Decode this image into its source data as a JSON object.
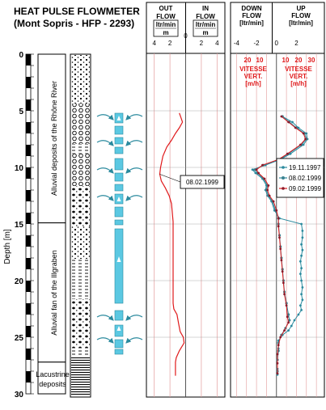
{
  "header": {
    "title": "HEAT PULSE FLOWMETER",
    "subtitle": "(Mont Sopris   -   HFP - 2293)"
  },
  "depth_axis": {
    "label": "Depth  [m]",
    "ticks": [
      0,
      5,
      10,
      15,
      20,
      25,
      30
    ]
  },
  "units": [
    {
      "label": "Alluvial deposits of the Rhône River",
      "from": 0,
      "to": 14.9
    },
    {
      "label": "Alluvial fan of the  Illgraben",
      "from": 14.9,
      "to": 27.2
    },
    {
      "label": "Lacustrine deposits",
      "line1": "Lacustrine",
      "line2": "deposits",
      "from": 27.2,
      "to": 30
    }
  ],
  "inout_panel": {
    "out_label_1": "OUT",
    "out_label_2": "FLOW",
    "out_unit_1": "ltr/min",
    "out_unit_2": "m",
    "in_label_1": "IN",
    "in_label_2": "FLOW",
    "in_unit_1": "ltr/min",
    "in_unit_2": "m",
    "tick_labels": [
      "4",
      "2",
      "0",
      "2",
      "4"
    ],
    "callout": "08.02.1999"
  },
  "vertical_panel": {
    "down_label_1": "DOWN",
    "down_label_2": "FLOW",
    "down_unit": "[ltr/min]",
    "up_label_1": "UP",
    "up_label_2": "FLOW",
    "up_unit": "[ltr/min]",
    "tick_labels": [
      "-4",
      "-2",
      "0",
      "2"
    ],
    "vit_ticks_left": [
      "20",
      "10"
    ],
    "vit_ticks_right": [
      "10",
      "20",
      "30"
    ],
    "vit_left_1": "VITESSE",
    "vit_left_2": "VERT.",
    "vit_left_3": "[m/h]",
    "vit_right_1": "VITESSE",
    "vit_right_2": "VERT.",
    "vit_right_3": "[m/h]",
    "legend": [
      "19.11.1997",
      "08.02.1999",
      "09.02.1999"
    ]
  },
  "colors": {
    "red": "#e0191b",
    "teal": "#2b8a9e",
    "cyan": "#5bc8e2",
    "grid": "#e39a9a"
  },
  "chart_data": [
    {
      "type": "line",
      "title": "",
      "xlabel": "OUT FLOW ltr/min/m  |  IN FLOW ltr/min/m",
      "ylabel": "Depth  [m]",
      "xlim": [
        -5,
        5
      ],
      "ylim": [
        30,
        0
      ],
      "series": [
        {
          "name": "08.02.1999",
          "points": [
            [
              -0.8,
              5.2
            ],
            [
              -0.6,
              5.6
            ],
            [
              -0.4,
              6.0
            ],
            [
              -0.8,
              6.5
            ],
            [
              -1.3,
              7.0
            ],
            [
              -1.8,
              7.6
            ],
            [
              -2.4,
              8.2
            ],
            [
              -2.9,
              9.0
            ],
            [
              -3.2,
              10.0
            ],
            [
              -3.3,
              10.6
            ],
            [
              -3.1,
              11.2
            ],
            [
              -2.6,
              11.8
            ],
            [
              -2.1,
              12.5
            ],
            [
              -1.8,
              13.2
            ],
            [
              -1.7,
              14.0
            ],
            [
              -1.6,
              14.8
            ],
            [
              -1.6,
              16.0
            ],
            [
              -1.6,
              18.0
            ],
            [
              -1.6,
              20.0
            ],
            [
              -1.6,
              22.0
            ],
            [
              -1.5,
              22.5
            ],
            [
              -1.1,
              23.0
            ],
            [
              -0.9,
              23.8
            ],
            [
              -0.7,
              24.5
            ],
            [
              -0.3,
              25.0
            ],
            [
              -0.2,
              25.5
            ],
            [
              -0.8,
              26.2
            ],
            [
              -1.2,
              26.8
            ],
            [
              -1.3,
              27.2
            ],
            [
              -1.3,
              28.4
            ]
          ]
        }
      ]
    },
    {
      "type": "line",
      "title": "",
      "xlabel": "DOWN FLOW [ltr/min]  |  UP FLOW [ltr/min]",
      "ylabel": "Depth  [m]",
      "xlim": [
        -4.6,
        4.8
      ],
      "ylim": [
        30,
        0
      ],
      "series": [
        {
          "name": "19.11.1997",
          "points": [
            [
              0.6,
              5.5
            ],
            [
              1.6,
              6.0
            ],
            [
              2.2,
              6.5
            ],
            [
              3.0,
              7.0
            ],
            [
              3.1,
              7.5
            ],
            [
              2.7,
              8.0
            ],
            [
              1.4,
              8.8
            ],
            [
              0.4,
              9.3
            ],
            [
              -1.1,
              9.8
            ],
            [
              -2.4,
              10.2
            ],
            [
              -2.1,
              10.5
            ],
            [
              -1.4,
              11.0
            ],
            [
              -1.0,
              11.6
            ],
            [
              -1.1,
              12.0
            ],
            [
              -0.9,
              12.5
            ],
            [
              -0.5,
              13.0
            ],
            [
              -0.2,
              13.8
            ],
            [
              0.3,
              14.5
            ],
            [
              2.5,
              15.0
            ],
            [
              2.6,
              15.6
            ],
            [
              2.6,
              16.2
            ],
            [
              2.5,
              16.8
            ],
            [
              2.6,
              17.3
            ],
            [
              2.5,
              17.8
            ],
            [
              2.4,
              18.3
            ],
            [
              2.5,
              18.9
            ],
            [
              2.4,
              19.4
            ],
            [
              2.5,
              20.0
            ],
            [
              2.6,
              20.6
            ],
            [
              2.5,
              21.2
            ],
            [
              2.6,
              21.7
            ],
            [
              2.4,
              22.2
            ],
            [
              2.5,
              22.6
            ],
            [
              2.2,
              23.0
            ],
            [
              1.8,
              23.5
            ],
            [
              1.5,
              24.0
            ],
            [
              1.2,
              24.4
            ],
            [
              0.6,
              24.8
            ],
            [
              0.2,
              25.3
            ],
            [
              0.2,
              26.0
            ],
            [
              0.1,
              27.0
            ],
            [
              0.1,
              27.8
            ],
            [
              0.1,
              28.3
            ]
          ]
        },
        {
          "name": "08.02.1999",
          "points": [
            [
              0.6,
              5.5
            ],
            [
              1.3,
              6.0
            ],
            [
              2.0,
              6.5
            ],
            [
              2.8,
              7.0
            ],
            [
              3.0,
              7.5
            ],
            [
              2.5,
              8.0
            ],
            [
              1.2,
              8.8
            ],
            [
              0.3,
              9.3
            ],
            [
              -1.3,
              9.8
            ],
            [
              -2.2,
              10.2
            ],
            [
              -1.9,
              10.5
            ],
            [
              -1.3,
              11.0
            ],
            [
              -0.9,
              11.6
            ],
            [
              -1.0,
              12.0
            ],
            [
              -0.8,
              12.5
            ],
            [
              -0.4,
              13.0
            ],
            [
              -0.1,
              13.8
            ],
            [
              0.2,
              14.5
            ],
            [
              0.2,
              15.0
            ],
            [
              0.3,
              16.0
            ],
            [
              0.4,
              17.0
            ],
            [
              0.5,
              18.0
            ],
            [
              0.6,
              19.0
            ],
            [
              0.7,
              20.0
            ],
            [
              0.8,
              21.0
            ],
            [
              1.0,
              22.0
            ],
            [
              1.2,
              23.0
            ],
            [
              1.3,
              23.5
            ],
            [
              0.9,
              24.2
            ],
            [
              0.5,
              24.8
            ],
            [
              0.2,
              25.5
            ],
            [
              0.2,
              26.2
            ],
            [
              0.1,
              27.0
            ],
            [
              0.1,
              28.0
            ]
          ]
        },
        {
          "name": "09.02.1999",
          "points": [
            [
              0.5,
              5.5
            ],
            [
              1.2,
              6.0
            ],
            [
              1.9,
              6.5
            ],
            [
              2.7,
              7.0
            ],
            [
              2.9,
              7.5
            ],
            [
              2.4,
              8.0
            ],
            [
              1.1,
              8.8
            ],
            [
              0.2,
              9.3
            ],
            [
              -1.4,
              9.8
            ],
            [
              -2.0,
              10.2
            ],
            [
              -1.8,
              10.5
            ],
            [
              -1.2,
              11.0
            ],
            [
              -0.8,
              11.6
            ],
            [
              -0.9,
              12.0
            ],
            [
              -0.7,
              12.5
            ],
            [
              -0.3,
              13.0
            ],
            [
              0.0,
              13.8
            ],
            [
              0.2,
              14.5
            ],
            [
              0.2,
              15.2
            ],
            [
              0.3,
              16.2
            ],
            [
              0.4,
              17.2
            ],
            [
              0.5,
              18.2
            ],
            [
              0.6,
              19.2
            ],
            [
              0.7,
              20.2
            ],
            [
              0.8,
              21.2
            ],
            [
              1.0,
              22.2
            ],
            [
              1.1,
              23.2
            ],
            [
              1.2,
              23.7
            ],
            [
              0.8,
              24.4
            ],
            [
              0.4,
              25.0
            ],
            [
              0.2,
              25.7
            ],
            [
              0.1,
              26.5
            ],
            [
              0.1,
              27.3
            ],
            [
              0.1,
              28.2
            ]
          ]
        }
      ]
    }
  ]
}
